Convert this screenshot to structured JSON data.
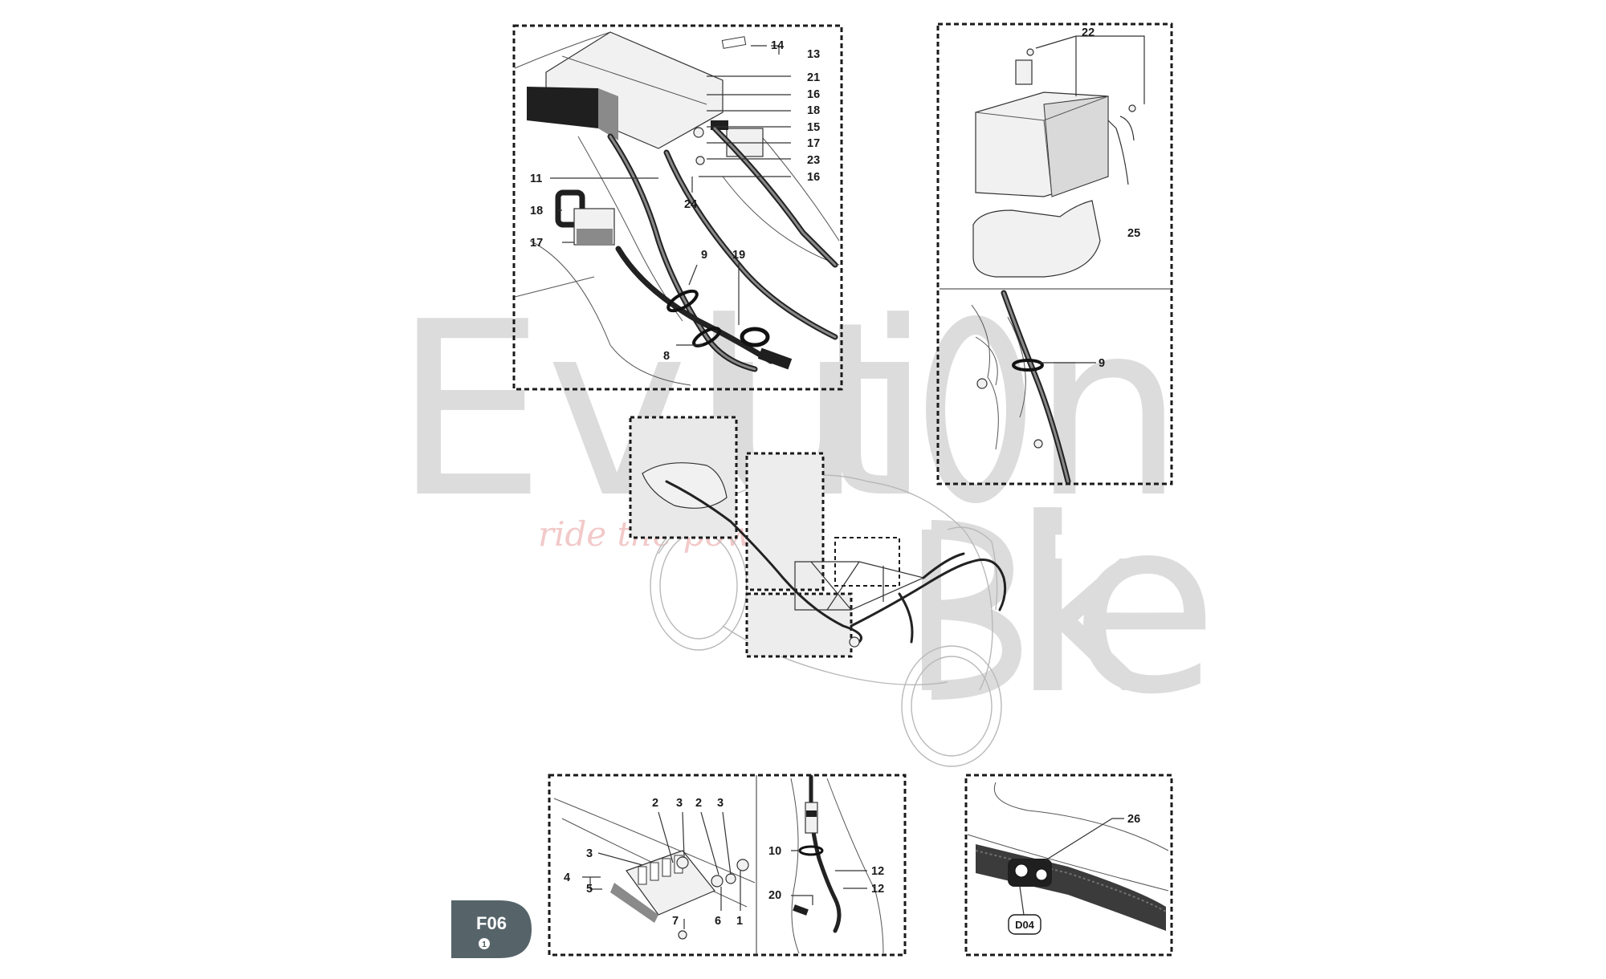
{
  "watermark": {
    "word_1": "Ev",
    "word_2": "luti",
    "word_3": "n",
    "word_4": "ike",
    "script": "ride the power"
  },
  "page_badge": {
    "code": "F06",
    "sub": "1"
  },
  "panel_top_left": {
    "callouts": [
      "14",
      "13",
      "21",
      "16",
      "18",
      "15",
      "17",
      "23",
      "16",
      "11",
      "24",
      "18",
      "17",
      "9",
      "19",
      "8"
    ]
  },
  "panel_top_right": {
    "callouts": [
      "22",
      "25",
      "9"
    ]
  },
  "panel_bottom_left": {
    "callouts": [
      "2",
      "3",
      "2",
      "3",
      "3",
      "4",
      "5",
      "7",
      "6",
      "1",
      "10",
      "12",
      "12",
      "20"
    ]
  },
  "panel_bottom_right": {
    "callouts": [
      "26"
    ],
    "reference": "D04"
  },
  "colors": {
    "badge": "#56646a",
    "line": "#1a1a1a",
    "watermark": "#dcdcdc"
  }
}
